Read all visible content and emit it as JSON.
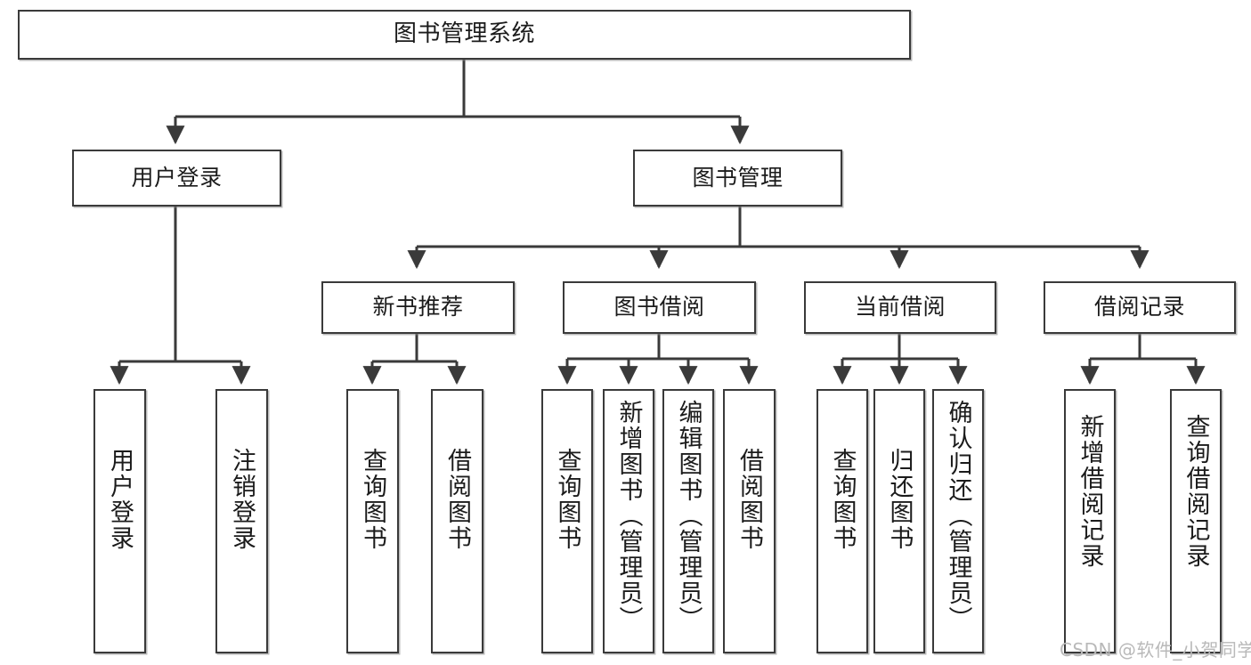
{
  "diagram": {
    "title": "图书管理系统",
    "type": "tree-hierarchy",
    "watermark": "CSDN @软件_小贺同学",
    "colors": {
      "box_border": "#3a3a3a",
      "box_fill": "#ffffff",
      "connector": "#3a3a3a",
      "text": "#1b1b1b",
      "watermark": "#b9b9b9"
    },
    "nodes": {
      "root": {
        "label": "图书管理系统"
      },
      "level2": [
        {
          "id": "user-login",
          "label": "用户登录"
        },
        {
          "id": "book-manage",
          "label": "图书管理"
        }
      ],
      "level3": [
        {
          "id": "new-book-recommend",
          "label": "新书推荐"
        },
        {
          "id": "book-borrow",
          "label": "图书借阅"
        },
        {
          "id": "current-borrow",
          "label": "当前借阅"
        },
        {
          "id": "borrow-record",
          "label": "借阅记录"
        }
      ],
      "leaves": {
        "user_login": [
          {
            "id": "leaf-user-login",
            "label": "用户登录"
          },
          {
            "id": "leaf-logout-login",
            "label": "注销登录"
          }
        ],
        "new_book_recommend": [
          {
            "id": "leaf-query-book-1",
            "label": "查询图书"
          },
          {
            "id": "leaf-borrow-book-1",
            "label": "借阅图书"
          }
        ],
        "book_borrow": [
          {
            "id": "leaf-query-book-2",
            "label": "查询图书"
          },
          {
            "id": "leaf-add-book",
            "label": "新增图书（管理员）"
          },
          {
            "id": "leaf-edit-book",
            "label": "编辑图书（管理员）"
          },
          {
            "id": "leaf-borrow-book-2",
            "label": "借阅图书"
          }
        ],
        "current_borrow": [
          {
            "id": "leaf-query-book-3",
            "label": "查询图书"
          },
          {
            "id": "leaf-return-book",
            "label": "归还图书"
          },
          {
            "id": "leaf-confirm-return",
            "label": "确认归还（管理员）"
          }
        ],
        "borrow_record": [
          {
            "id": "leaf-add-record",
            "label": "新增借阅记录"
          },
          {
            "id": "leaf-query-record",
            "label": "查询借阅记录"
          }
        ]
      }
    }
  }
}
